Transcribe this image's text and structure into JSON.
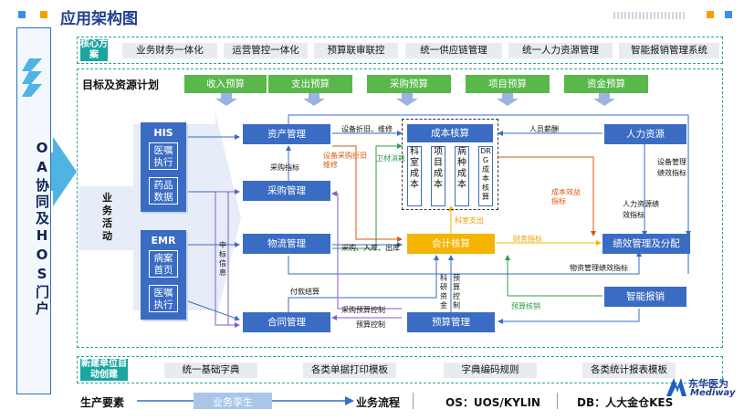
{
  "page_title": "应用架构图",
  "side_portal": "OA协同及HOS门户",
  "core": {
    "label": "核心方案",
    "items": [
      "业务财务一体化",
      "运营管控一体化",
      "预算联审联控",
      "统一供应链管理",
      "统一人力资源管理",
      "智能报销管理系统"
    ]
  },
  "plan": {
    "label": "目标及资源计划",
    "budgets": [
      "收入预算",
      "支出预算",
      "采购预算",
      "项目预算",
      "资金预算"
    ]
  },
  "business_label": "业务活动",
  "his": {
    "title": "HIS",
    "items": [
      "医嘱执行",
      "药品数据"
    ]
  },
  "emr": {
    "title": "EMR",
    "items": [
      "病案首页",
      "医嘱执行"
    ]
  },
  "modules": {
    "asset": "资产管理",
    "purchase": "采购管理",
    "logistics": "物流管理",
    "contract": "合同管理",
    "cost": "成本核算",
    "hr": "人力资源",
    "accounting": "会计核算",
    "performance": "绩效管理及分配",
    "reimburse": "智能报销",
    "budget_mgmt": "预算管理"
  },
  "cost_items": [
    "科室成本",
    "项目成本",
    "病种成本",
    "DRG成本核算"
  ],
  "flow_labels": {
    "asset_depr": "设备折旧、维修",
    "personnel_salary": "人员薪酬",
    "purchase_index": "采购指标",
    "device_purchase": "设备采购折旧维修",
    "consumables": "卫材消耗",
    "cost_benefit": "成本效益指标",
    "device_mgmt": "设备管理绩效指标",
    "hr_perf": "人力资源绩效指标",
    "dept_expense": "科室支出",
    "finance_index": "财务指标",
    "logistics_flow": "采购、入库、出库",
    "bid_info": "中标信息",
    "material_perf": "物资管理绩效指标",
    "payment_settle": "付款结算",
    "research_fund": "科研资金",
    "budget_control": "预算控制",
    "purchase_budget_ctrl": "采购预算控制",
    "budget_ctrl2": "预算控制",
    "budget_verify": "预算核销"
  },
  "new_unit": {
    "label": "新建单位自动创建",
    "items": [
      "统一基础字典",
      "各类单据打印模板",
      "字典编码规则",
      "各类统计报表模板"
    ]
  },
  "bottom": {
    "production": "生产要素",
    "learn": "业务孪生",
    "process": "业务流程",
    "os": "OS：UOS/KYLIN",
    "db": "DB：人大金仓KES"
  },
  "logo": {
    "cn": "东华医为",
    "en": "Mediway"
  },
  "colors": {
    "blue": "#3a6cc3",
    "green": "#5ab84a",
    "teal": "#1ba6a0",
    "yellow": "#f4b400",
    "orange": "#d85a0e"
  }
}
